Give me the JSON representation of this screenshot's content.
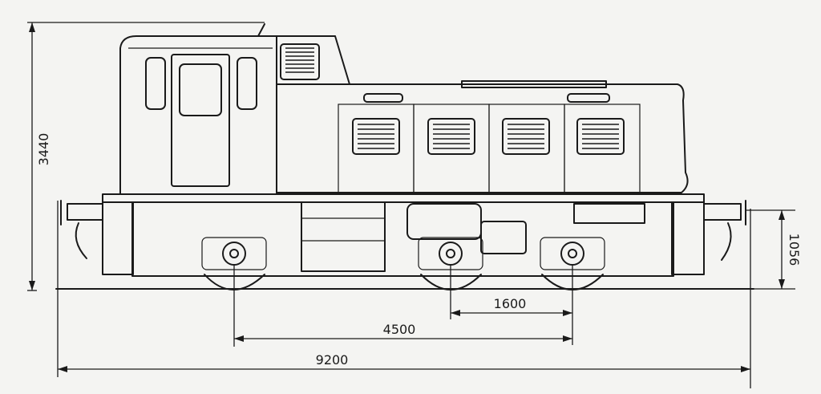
{
  "dimensions": {
    "overall_length": "9200",
    "bogie_pitch": "4500",
    "axle_spacing": "1600",
    "height": "3440",
    "buffer_height": "1056"
  }
}
